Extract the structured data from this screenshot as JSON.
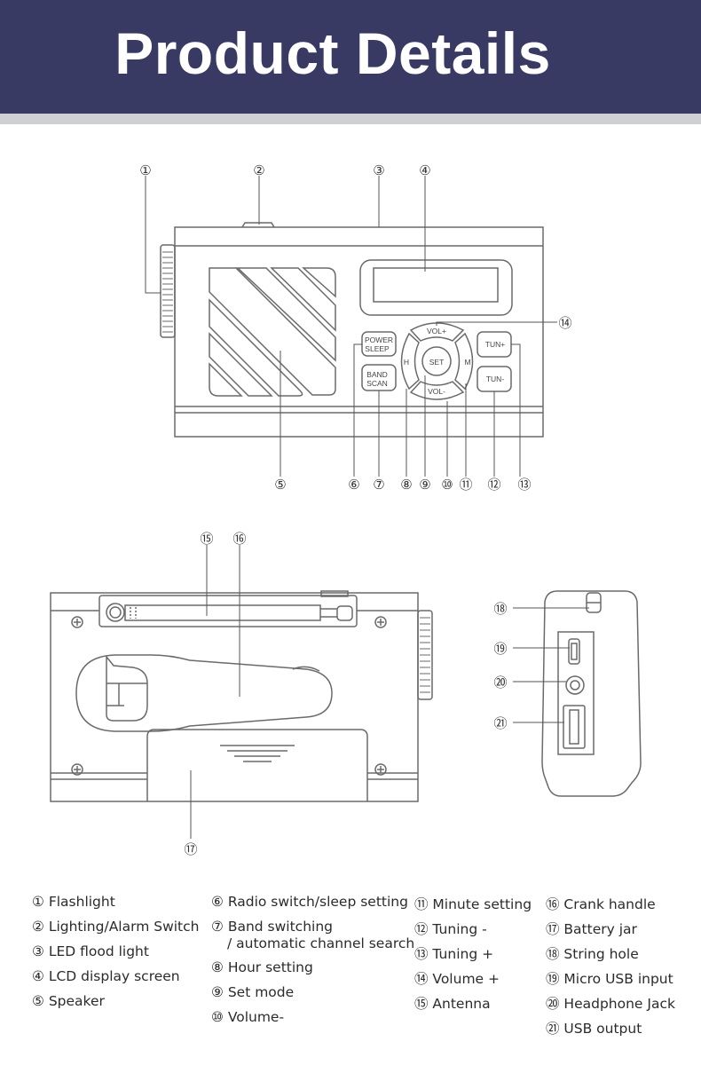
{
  "header": {
    "title": "Product Details"
  },
  "callouts": [
    "①",
    "②",
    "③",
    "④",
    "⑤",
    "⑥",
    "⑦",
    "⑧",
    "⑨",
    "⑩",
    "⑪",
    "⑫",
    "⑬",
    "⑭",
    "⑮",
    "⑯",
    "⑰",
    "⑱",
    "⑲",
    "⑳",
    "㉑"
  ],
  "device_labels": {
    "vol_plus": "VOL+",
    "vol_minus": "VOL-",
    "set": "SET",
    "h": "H",
    "m": "M",
    "power": "POWER",
    "sleep": "SLEEP",
    "band": "BAND",
    "scan": "SCAN",
    "tun_plus": "TUN+",
    "tun_minus": "TUN-"
  },
  "legend": {
    "col1": [
      "① Flashlight",
      "② Lighting/Alarm Switch",
      "③ LED flood light",
      "④ LCD display screen",
      "⑤ Speaker"
    ],
    "col2": [
      "⑥ Radio switch/sleep setting",
      "⑦ Band switching",
      "/ automatic channel search",
      "⑧ Hour setting",
      "⑨ Set mode",
      "⑩ Volume-"
    ],
    "col3": [
      "⑪ Minute setting",
      "⑫ Tuning -",
      "⑬ Tuning +",
      "⑭ Volume +",
      "⑮ Antenna"
    ],
    "col4": [
      "⑯ Crank handle",
      "⑰ Battery jar",
      "⑱ String hole",
      "⑲ Micro USB input",
      "⑳ Headphone Jack",
      "㉑ USB output"
    ]
  }
}
